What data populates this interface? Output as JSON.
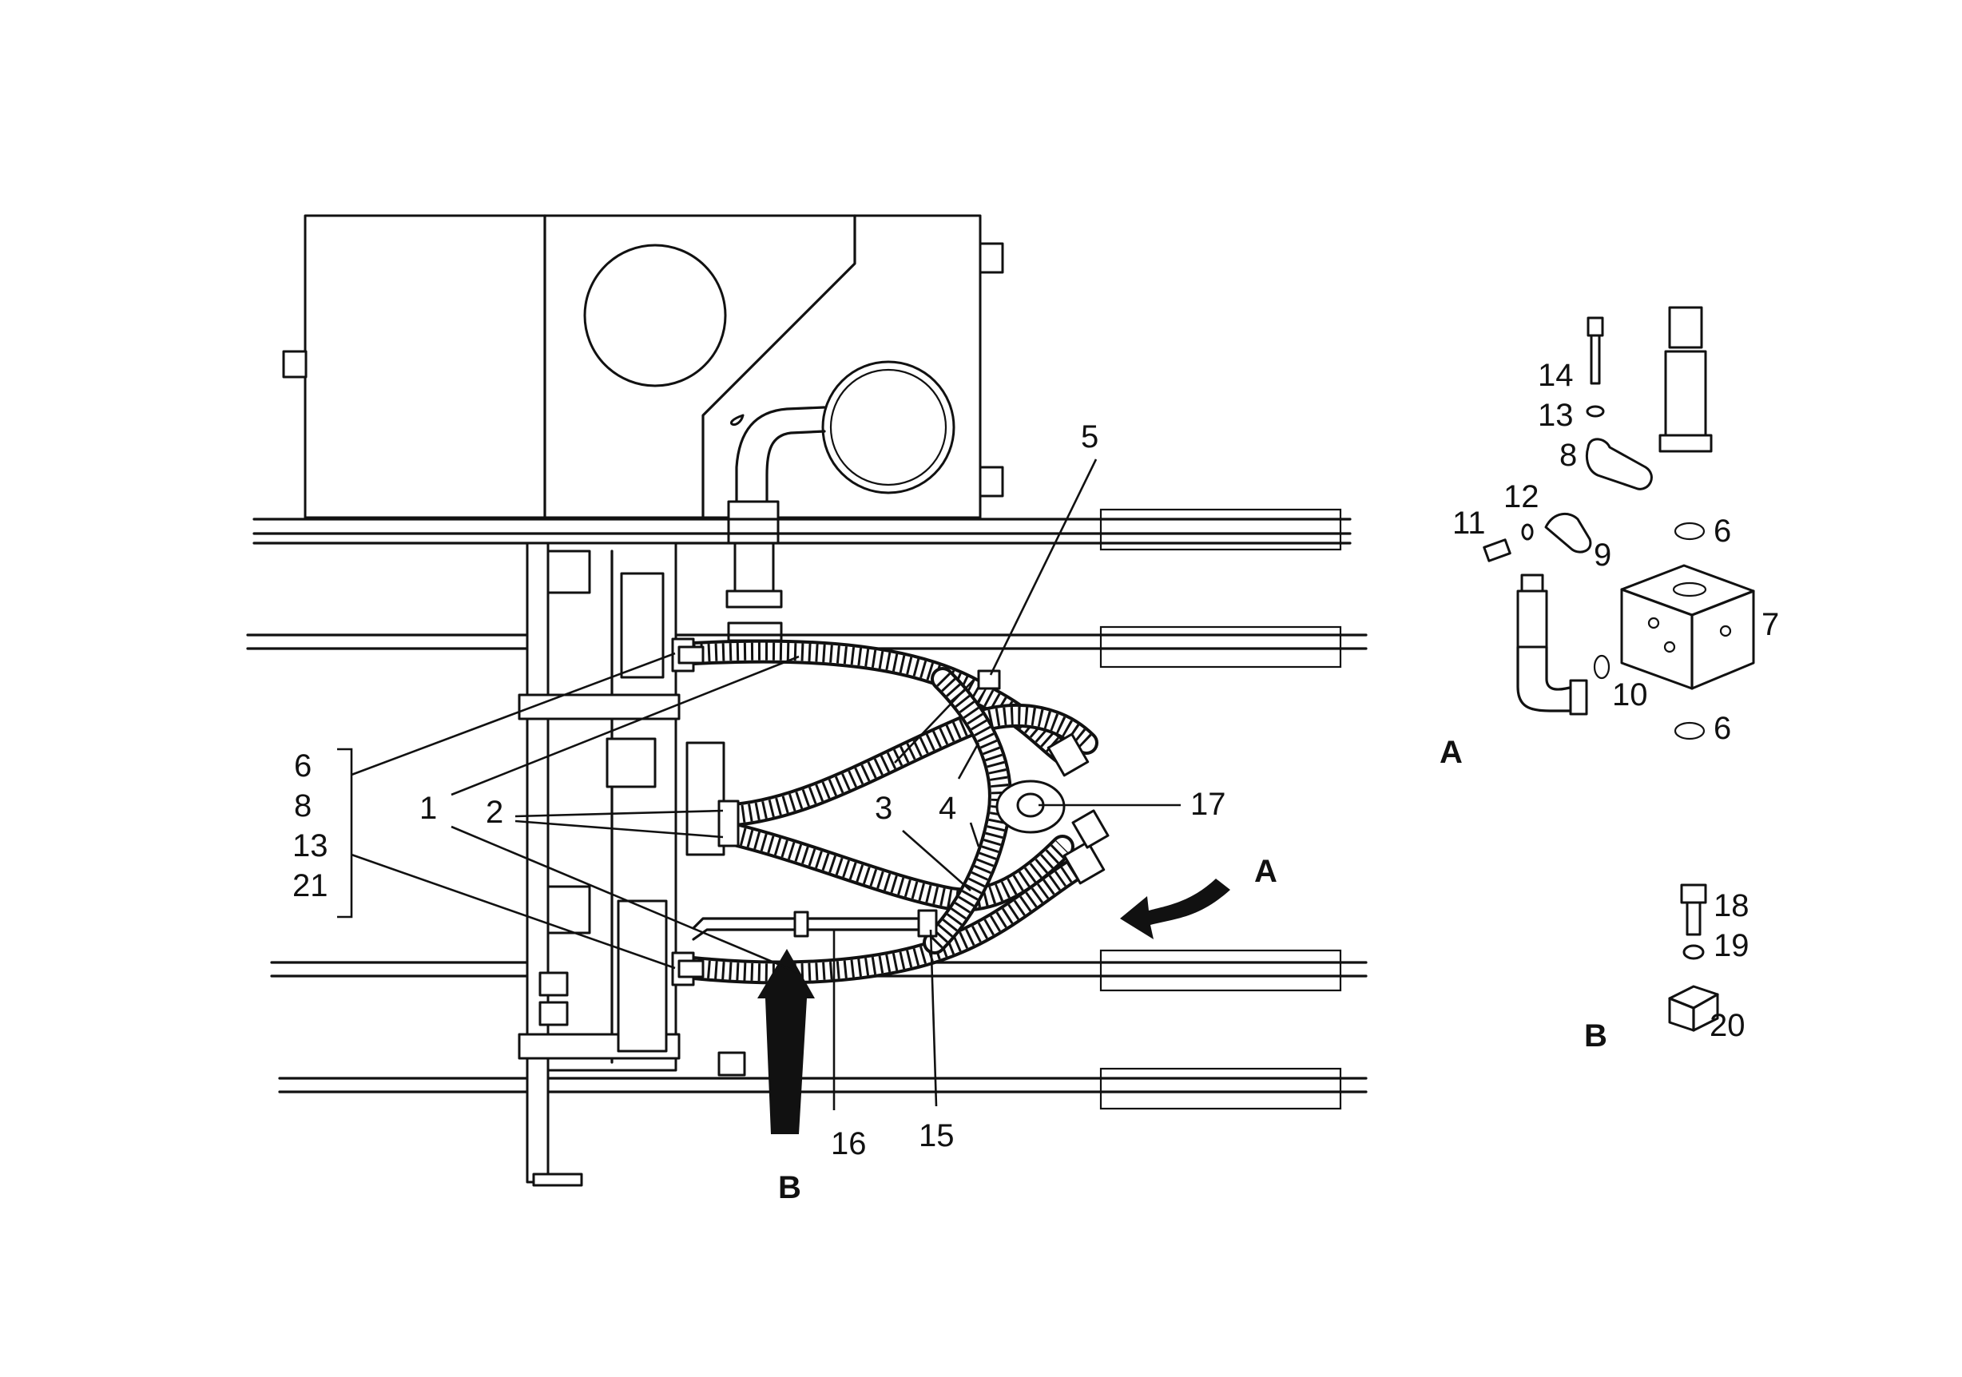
{
  "callouts": {
    "c1": "1",
    "c2": "2",
    "c3": "3",
    "c4": "4",
    "c5": "5",
    "c15": "15",
    "c16": "16",
    "c17": "17",
    "bracket": [
      "6",
      "8",
      "13",
      "21"
    ],
    "view_a_arrow": "A",
    "view_b_arrow": "B"
  },
  "detail_a": {
    "title": "A",
    "labels": {
      "c14": "14",
      "c13": "13",
      "c8": "8",
      "c12": "12",
      "c11": "11",
      "c9": "9",
      "c6_top": "6",
      "c7": "7",
      "c10": "10",
      "c6_bottom": "6"
    }
  },
  "detail_b": {
    "title": "B",
    "labels": {
      "c18": "18",
      "c19": "19",
      "c20": "20"
    }
  }
}
